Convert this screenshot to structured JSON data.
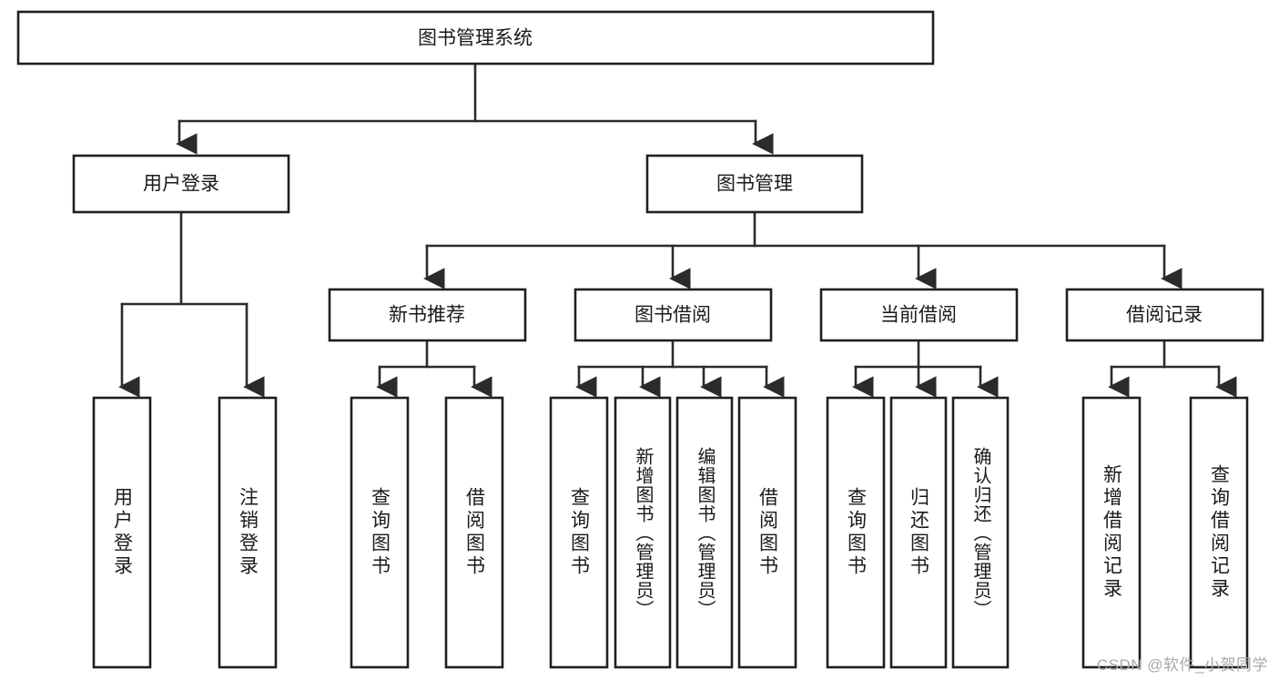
{
  "diagram": {
    "title": "图书管理系统",
    "type": "tree-hierarchy-diagram",
    "colors": {
      "box_fill": "#ffffff",
      "box_stroke": "#1f1f1f",
      "connector": "#2b2b2b",
      "text": "#1a1a1a",
      "watermark": "#a9a9a9",
      "background": "#ffffff"
    },
    "root": {
      "label": "图书管理系统"
    },
    "level2": [
      {
        "label": "用户登录"
      },
      {
        "label": "图书管理"
      }
    ],
    "level3": [
      {
        "label": "新书推荐"
      },
      {
        "label": "图书借阅"
      },
      {
        "label": "当前借阅"
      },
      {
        "label": "借阅记录"
      }
    ],
    "leaves": {
      "user_login": [
        {
          "label": "用户登录"
        },
        {
          "label": "注销登录"
        }
      ],
      "new_book_recommend": [
        {
          "label": "查询图书"
        },
        {
          "label": "借阅图书"
        }
      ],
      "book_borrow": [
        {
          "label": "查询图书"
        },
        {
          "label": "新增图书（管理员）"
        },
        {
          "label": "编辑图书（管理员）"
        },
        {
          "label": "借阅图书"
        }
      ],
      "current_borrow": [
        {
          "label": "查询图书"
        },
        {
          "label": "归还图书"
        },
        {
          "label": "确认归还（管理员）"
        }
      ],
      "borrow_record": [
        {
          "label": "新增借阅记录"
        },
        {
          "label": "查询借阅记录"
        }
      ]
    },
    "watermark": "CSDN @软件_小贺同学"
  }
}
